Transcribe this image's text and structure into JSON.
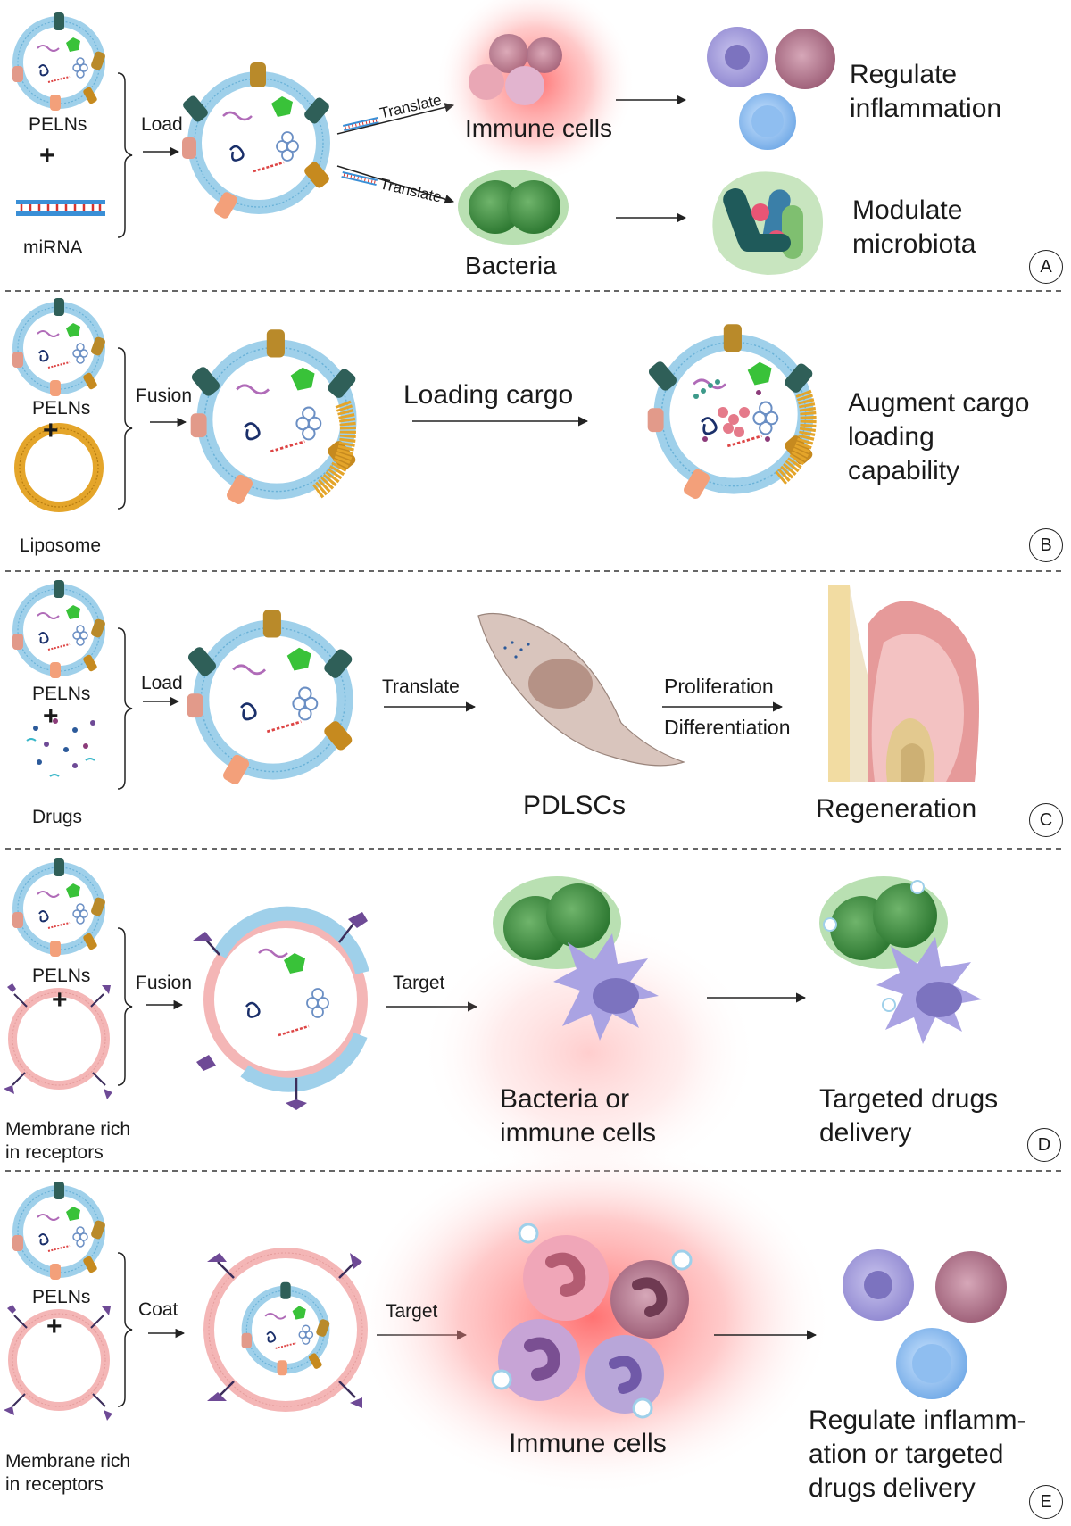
{
  "panels": {
    "A": {
      "tag": "A",
      "left_items": [
        "PELNs",
        "+",
        "miRNA"
      ],
      "action": "Load",
      "translate_1": "Translate",
      "translate_2": "Translate",
      "target_1": "Immune cells",
      "target_2": "Bacteria",
      "outcome_1": [
        "Regulate",
        "inflammation"
      ],
      "outcome_2": [
        "Modulate",
        "microbiota"
      ]
    },
    "B": {
      "tag": "B",
      "left_items": [
        "PELNs",
        "+",
        "Liposome"
      ],
      "action": "Fusion",
      "middle_action": "Loading cargo",
      "outcome": [
        "Augment cargo",
        "loading",
        "capability"
      ]
    },
    "C": {
      "tag": "C",
      "left_items": [
        "PELNs",
        "+",
        "Drugs"
      ],
      "action": "Load",
      "translate": "Translate",
      "cell_label": "PDLSCs",
      "process_1": "Proliferation",
      "process_2": "Differentiation",
      "outcome": "Regeneration"
    },
    "D": {
      "tag": "D",
      "left_items": [
        "PELNs",
        "+",
        "Membrane rich",
        "in receptors"
      ],
      "action": "Fusion",
      "target_action": "Target",
      "target_label": [
        "Bacteria or",
        "immune cells"
      ],
      "outcome": [
        "Targeted drugs",
        "delivery"
      ]
    },
    "E": {
      "tag": "E",
      "left_items": [
        "PELNs",
        "+",
        "Membrane rich",
        "in receptors"
      ],
      "action": "Coat",
      "target_action": "Target",
      "target_label": "Immune cells",
      "outcome": [
        "Regulate inflamm-",
        "ation or targeted",
        "drugs delivery"
      ]
    }
  },
  "colors": {
    "membrane_blue": "#9fd0ea",
    "membrane_line": "#6ab2d8",
    "bacteria_green": "#4f9a4f",
    "bacteria_halo": "#b9e0b2",
    "inflammation_red": "#ff6b6b",
    "liposome_gold": "#e4a52a",
    "receptor_purple": "#6e4a96",
    "pink_membrane": "#f4b6b6"
  }
}
